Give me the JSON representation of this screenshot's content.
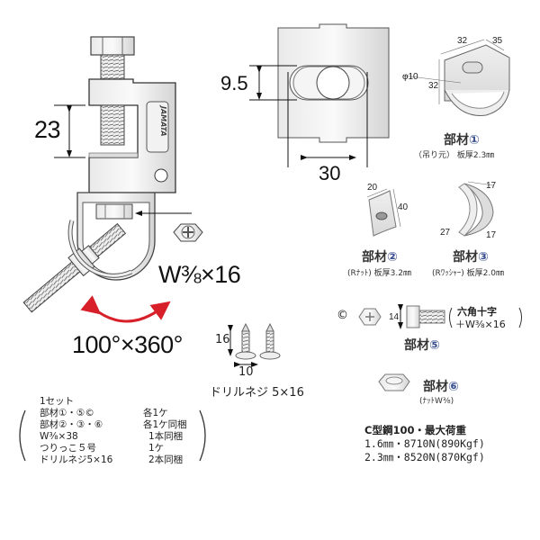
{
  "main_clamp": {
    "dimension_jaw": "23",
    "logo_text": "JAMATA",
    "bolt_label": "W⅜×16",
    "rotation_label": "100°×360°",
    "rotation_arrow_color": "#d8202a"
  },
  "slot_detail": {
    "dimension_height": "9.5",
    "dimension_width": "30"
  },
  "drill_screw": {
    "dimension_length": "16",
    "dimension_head": "10",
    "label": "ドリルネジ 5×16"
  },
  "parts": [
    {
      "title": "部材",
      "number": "①",
      "subtitle": "（吊り元） 板厚2.3㎜",
      "dims": [
        "32",
        "35",
        "32",
        "φ10"
      ]
    },
    {
      "title": "部材",
      "number": "②",
      "subtitle": "(Rﾅｯﾄ) 板厚3.2㎜",
      "dims": [
        "20",
        "40"
      ]
    },
    {
      "title": "部材",
      "number": "③",
      "subtitle": "(Rﾜｯｼｬｰ) 板厚2.0㎜",
      "dims": [
        "17",
        "17",
        "27"
      ]
    },
    {
      "title": "部材",
      "number": "⑤",
      "marker": "©",
      "dims": [
        "14"
      ],
      "note_line1": "六角十字",
      "note_line2": "＋W⅜×16"
    },
    {
      "title": "部材",
      "number": "⑥",
      "subtitle": "(ﾅｯﾄW⅜)"
    }
  ],
  "set_contents": {
    "header": "1セット",
    "rows": [
      {
        "item": "部材①・⑤©",
        "qty": "各1ケ"
      },
      {
        "item": "部材②・③・⑥",
        "qty": "各1ケ同梱"
      },
      {
        "item": "W⅜×38",
        "qty": "1本同梱"
      },
      {
        "item": "つりっこ５号",
        "qty": "1ケ"
      },
      {
        "item": "ドリルネジ5×16",
        "qty": "2本同梱"
      }
    ]
  },
  "load_spec": {
    "title": "C型鋼100・最大荷重",
    "lines": [
      "1.6㎜・8710N(890Kgf)",
      "2.3㎜・8520N(870Kgf)"
    ]
  }
}
